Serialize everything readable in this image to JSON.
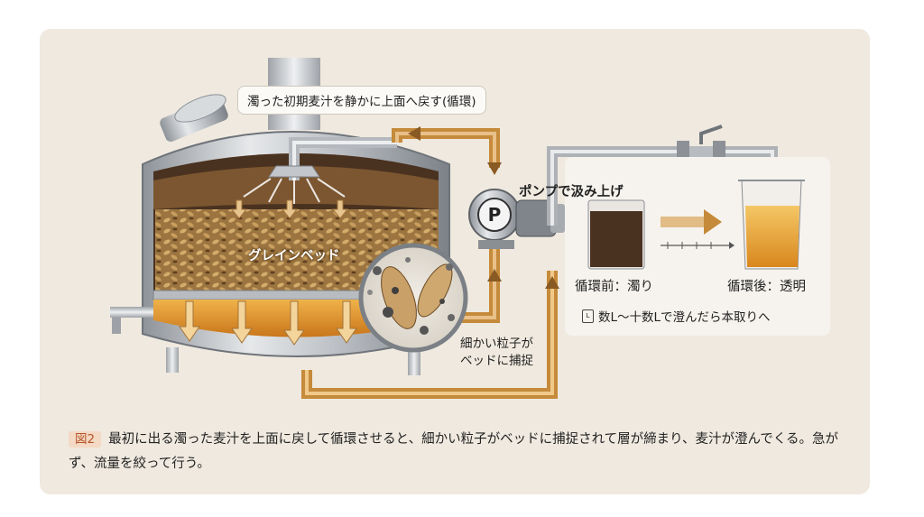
{
  "callout_text": "濁った初期麦汁を静かに上面へ戻す(循環)",
  "grain_bed_label": "グレインベッド",
  "pump_label": "ポンプで汲み上げ",
  "pump_symbol": "P",
  "before_label": "循環前：濁り",
  "after_label": "循環後：透明",
  "volume_icon": "L",
  "volume_note": "数L〜十数Lで澄んだら本取りへ",
  "fines_label": [
    "細かい粒子が",
    "ベッドに捕捉"
  ],
  "figure_label": "図2",
  "caption": "最初に出る濁った麦汁を上面に戻して循環させると、細かい粒子がベッドに捕捉されて層が締まり、麦汁が澄んでくる。急がず、流量を絞って行う。",
  "colors": {
    "background": "#efe9df",
    "wort_cloudy": "#4a3220",
    "wort_clear": "#e39a2a",
    "flow_arrow": "#c58a3a",
    "pipe": "#c9ccd0",
    "badge": "#f4d9c4"
  }
}
